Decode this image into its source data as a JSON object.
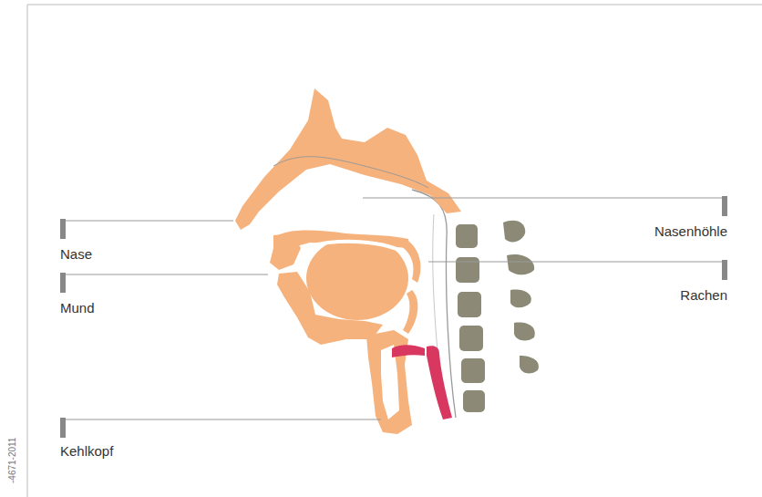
{
  "diagram": {
    "labels": [
      "Nase",
      "Mund",
      "Kehlkopf",
      "Nasenhöhle",
      "Rachen",
      "-4671-2011"
    ]
  }
}
